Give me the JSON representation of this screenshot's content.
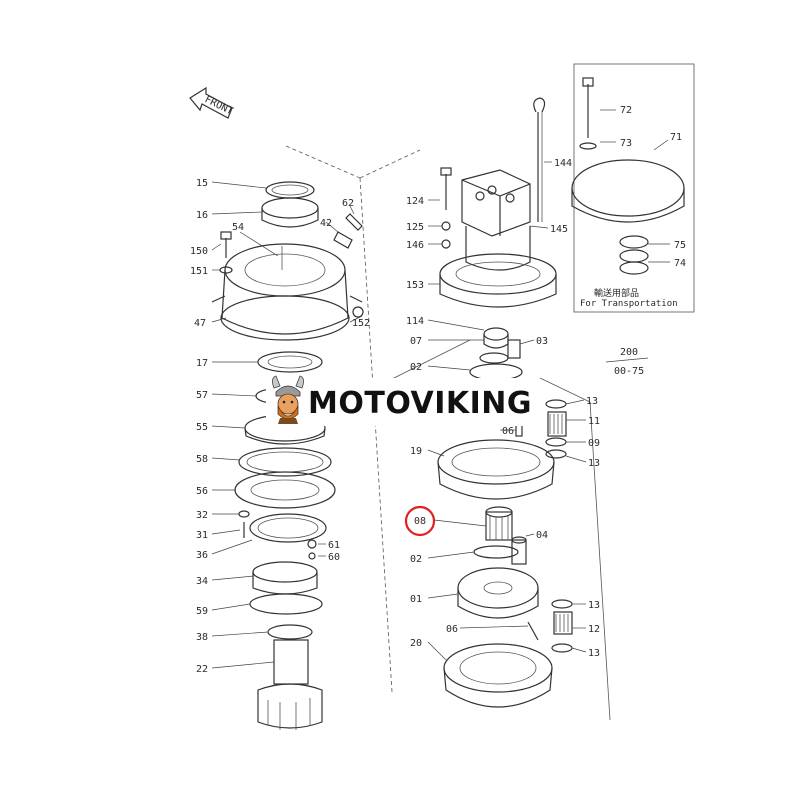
{
  "front_label": "FRONT",
  "brand": {
    "name": "MOTOVIKING"
  },
  "transport_box": {
    "note_jp": "輸送用部品",
    "note_en": "For Transportation",
    "labels": [
      "72",
      "73",
      "71",
      "75",
      "74"
    ]
  },
  "ref": {
    "top": "200",
    "bottom": "00-75"
  },
  "left_labels": [
    "15",
    "16",
    "62",
    "42",
    "150",
    "54",
    "151",
    "47",
    "152",
    "17",
    "57",
    "55",
    "58",
    "56",
    "32",
    "31",
    "36",
    "61",
    "60",
    "34",
    "59",
    "38",
    "22"
  ],
  "right_labels": [
    "144",
    "124",
    "125",
    "145",
    "146",
    "153",
    "114",
    "07",
    "03",
    "02",
    "13",
    "11",
    "06",
    "09",
    "13",
    "19",
    "08",
    "04",
    "02",
    "01",
    "13",
    "06",
    "12",
    "20",
    "13"
  ],
  "highlight": {
    "label": "08",
    "color": "#e02020"
  }
}
